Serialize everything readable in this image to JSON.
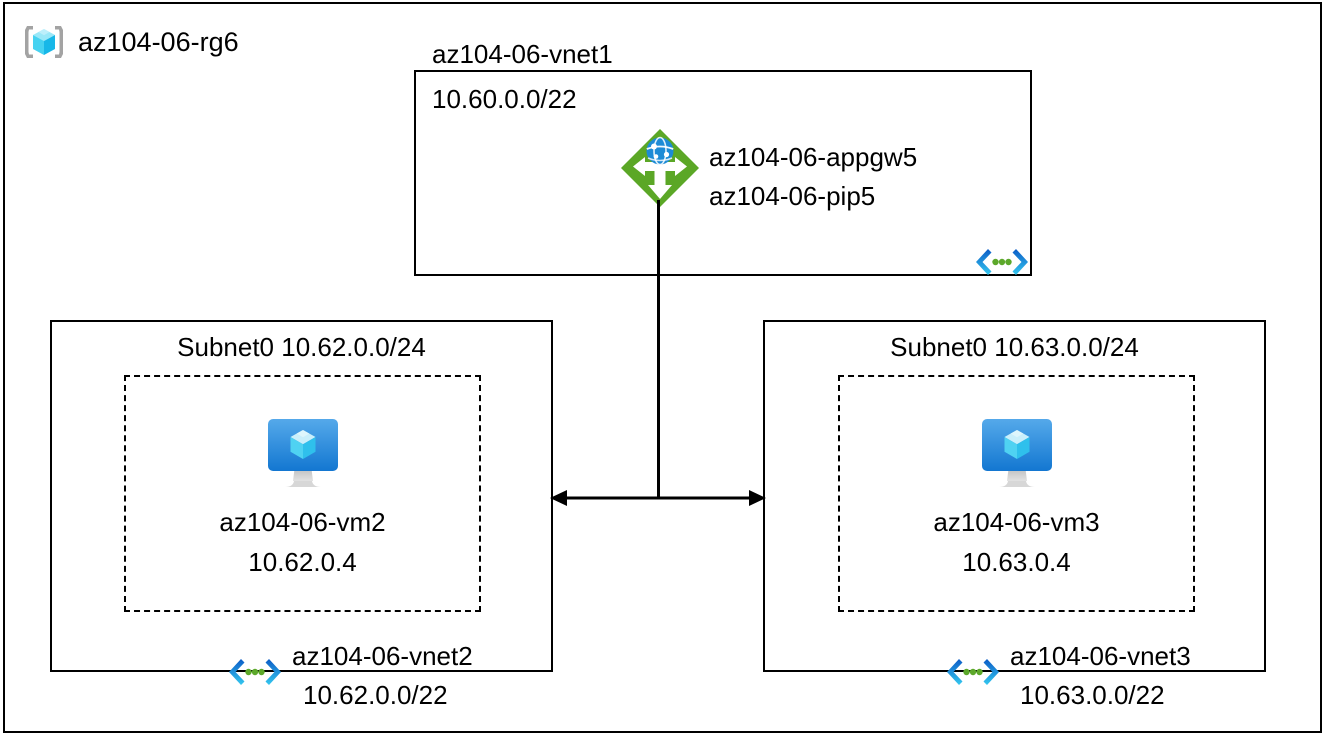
{
  "resource_group": {
    "name": "az104-06-rg6",
    "icon": "resource-group-cube-icon"
  },
  "vnet1": {
    "title": "az104-06-vnet1",
    "address_space": "10.60.0.0/22",
    "vnet_icon": "virtual-network-icon",
    "gateway": {
      "icon": "application-gateway-icon",
      "label_line1": "az104-06-appgw5",
      "label_line2": "az104-06-pip5"
    }
  },
  "vnet2": {
    "subnet_title": "Subnet0 10.62.0.0/24",
    "vm": {
      "icon": "virtual-machine-icon",
      "name": "az104-06-vm2",
      "ip": "10.62.0.4"
    },
    "vnet_icon": "virtual-network-icon",
    "name": "az104-06-vnet2",
    "address_space": "10.62.0.0/22"
  },
  "vnet3": {
    "subnet_title": "Subnet0 10.63.0.0/24",
    "vm": {
      "icon": "virtual-machine-icon",
      "name": "az104-06-vm3",
      "ip": "10.63.0.4"
    },
    "vnet_icon": "virtual-network-icon",
    "name": "az104-06-vnet3",
    "address_space": "10.63.0.0/22"
  },
  "connectors": {
    "gateway_trunk": "vertical-line-from-gateway",
    "peering_arrow": "bidirectional-peering-arrow"
  },
  "colors": {
    "line": "#000000",
    "appgw_green": "#5BA726",
    "appgw_globe_blue": "#1D8BD6",
    "vnet_chevron_dark": "#0B5BC6",
    "vnet_chevron_light": "#35C9F0",
    "vnet_dot_green": "#5CA82A",
    "vm_monitor_top": "#55A9EA",
    "vm_monitor_bottom": "#1377D1",
    "vm_cube_light": "#C9EFFB",
    "vm_cube_cyan": "#4FD2F2",
    "rg_cube_cyan": "#35C9F0",
    "rg_bracket_gray": "#A3A3A3",
    "stand_gray": "#BFBFBF"
  }
}
